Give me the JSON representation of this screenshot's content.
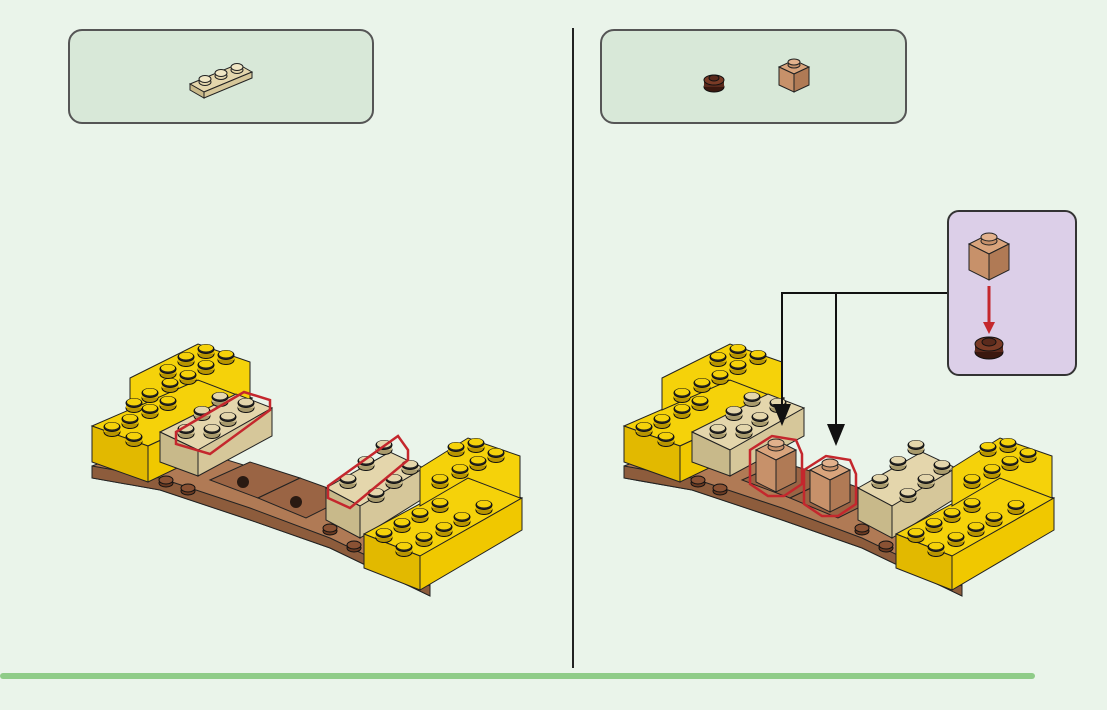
{
  "page": {
    "background": "#eaf4ea",
    "panel_count": 2
  },
  "colors": {
    "yellow": "#f5d20a",
    "tan": "#e4d6ac",
    "brown_base": "#b07a55",
    "reddish_brown": "#5a2a1c",
    "medium_nougat": "#c7916a",
    "highlight": "#c4272d",
    "progress_bar": "#8fcc88",
    "callout_bg": "#dccfe8",
    "parts_box_bg": "#d8e8d8"
  },
  "steps": [
    {
      "parts": [
        {
          "icon": "tan-plate-1x3-icon",
          "color": "tan",
          "quantity_label": ""
        }
      ],
      "highlighted_parts": [
        "tan-plate-1x3",
        "tan-plate-1x3"
      ]
    },
    {
      "parts": [
        {
          "icon": "round-plate-1x1-icon",
          "color": "reddish_brown",
          "quantity_label": ""
        },
        {
          "icon": "brick-1x1-icon",
          "color": "medium_nougat",
          "quantity_label": ""
        }
      ],
      "highlighted_parts": [
        "brick-1x1",
        "brick-1x1"
      ],
      "callout": {
        "icon": "brick-on-round-plate-icon",
        "connector_arrows": 2
      }
    }
  ],
  "progress": {
    "fraction": 0.935
  }
}
